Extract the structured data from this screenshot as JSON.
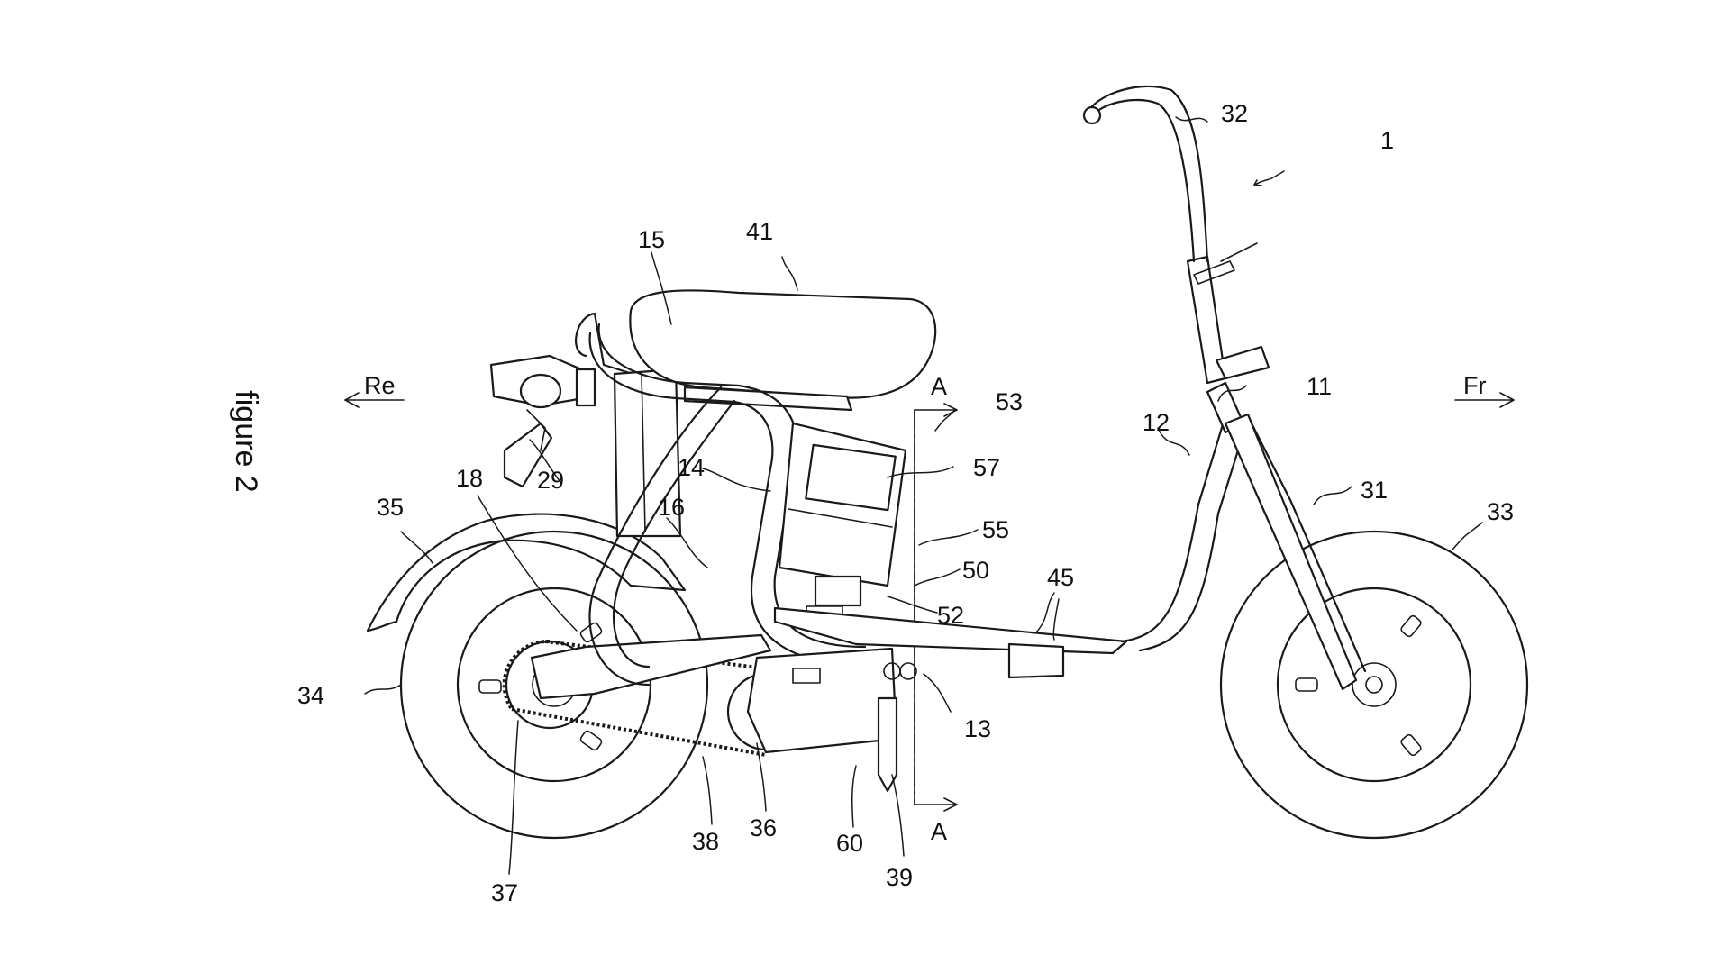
{
  "figure": {
    "title": "figure 2"
  },
  "directions": {
    "rear": "Re",
    "front": "Fr"
  },
  "section": {
    "top": "A",
    "bottom": "A"
  },
  "callouts": [
    {
      "id": "c1",
      "text": "1"
    },
    {
      "id": "c11",
      "text": "11"
    },
    {
      "id": "c12",
      "text": "12"
    },
    {
      "id": "c13",
      "text": "13"
    },
    {
      "id": "c14",
      "text": "14"
    },
    {
      "id": "c15",
      "text": "15"
    },
    {
      "id": "c16",
      "text": "16"
    },
    {
      "id": "c18",
      "text": "18"
    },
    {
      "id": "c29",
      "text": "29"
    },
    {
      "id": "c31",
      "text": "31"
    },
    {
      "id": "c32",
      "text": "32"
    },
    {
      "id": "c33",
      "text": "33"
    },
    {
      "id": "c34",
      "text": "34"
    },
    {
      "id": "c35",
      "text": "35"
    },
    {
      "id": "c36",
      "text": "36"
    },
    {
      "id": "c37",
      "text": "37"
    },
    {
      "id": "c38",
      "text": "38"
    },
    {
      "id": "c39",
      "text": "39"
    },
    {
      "id": "c41",
      "text": "41"
    },
    {
      "id": "c45",
      "text": "45"
    },
    {
      "id": "c50",
      "text": "50"
    },
    {
      "id": "c52",
      "text": "52"
    },
    {
      "id": "c53",
      "text": "53"
    },
    {
      "id": "c55",
      "text": "55"
    },
    {
      "id": "c57",
      "text": "57"
    },
    {
      "id": "c60",
      "text": "60"
    }
  ]
}
